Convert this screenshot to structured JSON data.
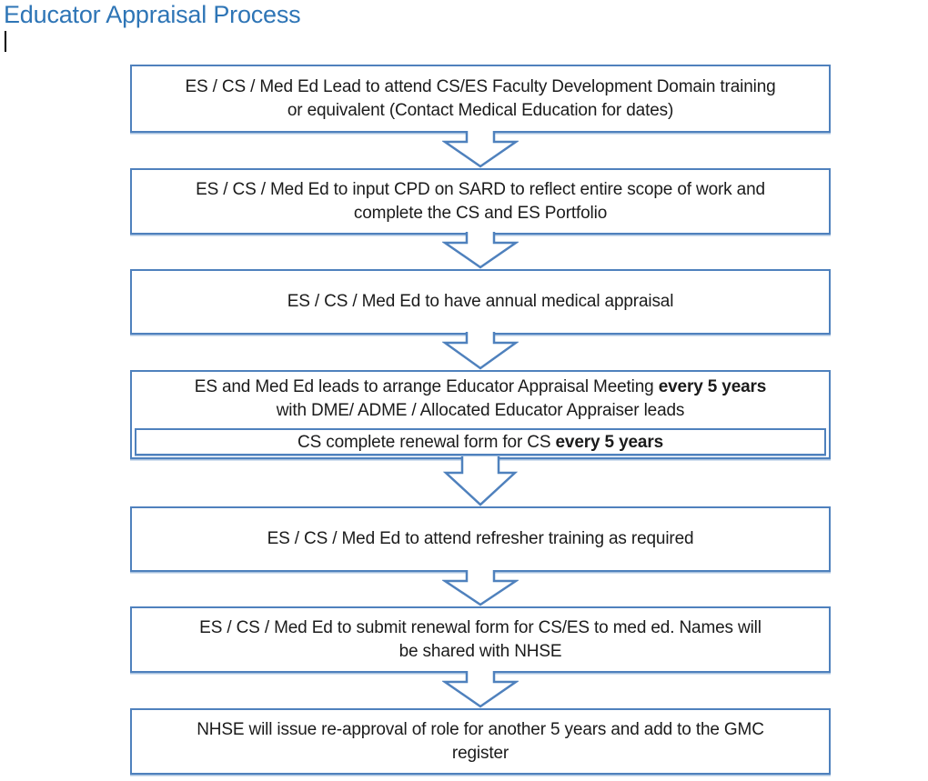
{
  "title": "Educator Appraisal Process",
  "colors": {
    "accent_border": "#4F81BD",
    "title_text": "#2E75B6",
    "box_text": "#1B1B1B",
    "background": "#FFFFFF"
  },
  "flowchart": {
    "boxes": [
      {
        "lines": [
          "ES / CS / Med Ed Lead to attend CS/ES Faculty Development Domain training",
          "or equivalent (Contact Medical Education for dates)"
        ]
      },
      {
        "lines": [
          "ES / CS / Med Ed to input CPD on SARD to reflect entire scope of work and",
          "complete the CS and ES Portfolio"
        ]
      },
      {
        "lines": [
          "ES / CS / Med Ed to have annual medical appraisal"
        ]
      },
      {
        "main": {
          "line1_before": "ES and Med Ed leads to arrange Educator Appraisal Meeting ",
          "line1_bold": "every 5 years",
          "line2": "with DME/ ADME / Allocated Educator Appraiser leads"
        },
        "sub": {
          "before": "CS complete renewal form for CS ",
          "bold": "every 5 years"
        }
      },
      {
        "lines": [
          "ES / CS / Med Ed to attend refresher training as required"
        ]
      },
      {
        "lines": [
          "ES / CS / Med Ed to submit renewal form for CS/ES to med ed. Names will",
          "be shared with NHSE"
        ]
      },
      {
        "lines": [
          "NHSE will issue re-approval of role for another 5 years and add to the GMC",
          "register"
        ]
      }
    ]
  }
}
